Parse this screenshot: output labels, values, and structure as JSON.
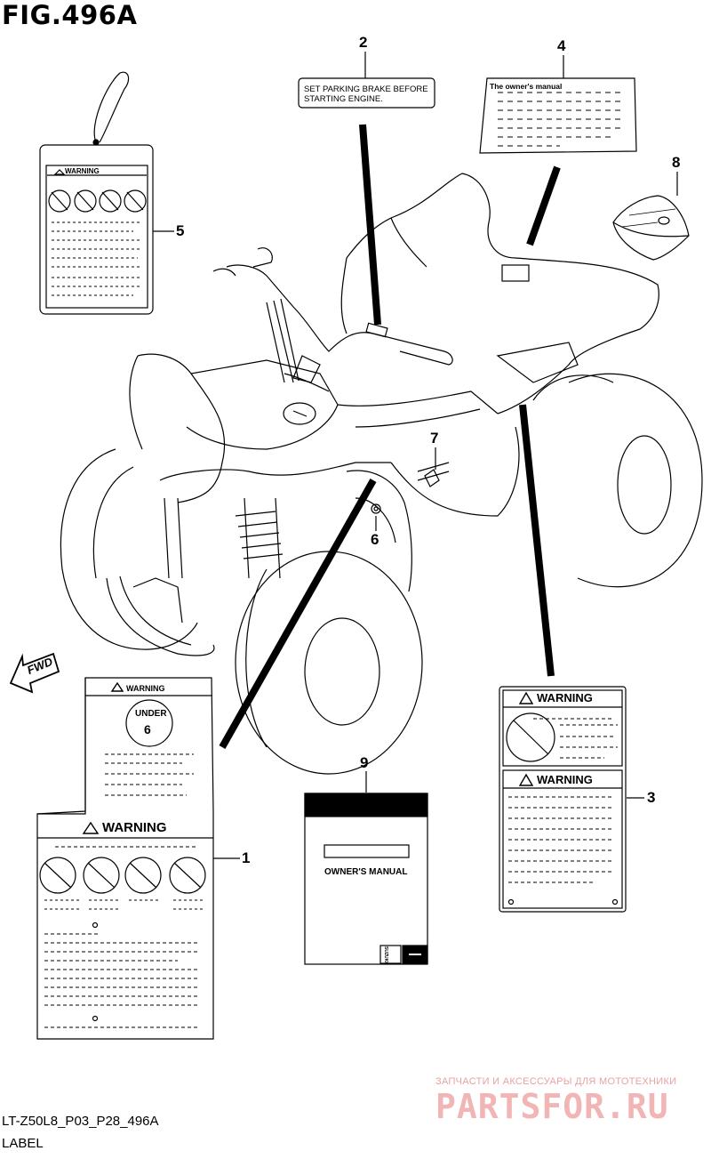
{
  "figure": {
    "title": "FIG.496A",
    "code": "LT-Z50L8_P03_P28_496A",
    "section": "LABEL"
  },
  "callouts": [
    "1",
    "2",
    "3",
    "4",
    "5",
    "6",
    "7",
    "8",
    "9"
  ],
  "labels": {
    "parking_brake_line1": "SET PARKING BRAKE BEFORE",
    "parking_brake_line2": "STARTING ENGINE.",
    "owners_manual_card": "The owner's manual",
    "warning": "WARNING",
    "under_line1": "UNDER",
    "under_line2": "6",
    "manual_title": "OWNER'S MANUAL",
    "brand": "SUZUKI",
    "fwd": "FWD"
  },
  "watermark": {
    "line1": "ЗАПЧАСТИ И АКСЕССУАРЫ ДЛЯ МОТОТЕХНИКИ",
    "line2": "PARTSFOR.RU"
  }
}
